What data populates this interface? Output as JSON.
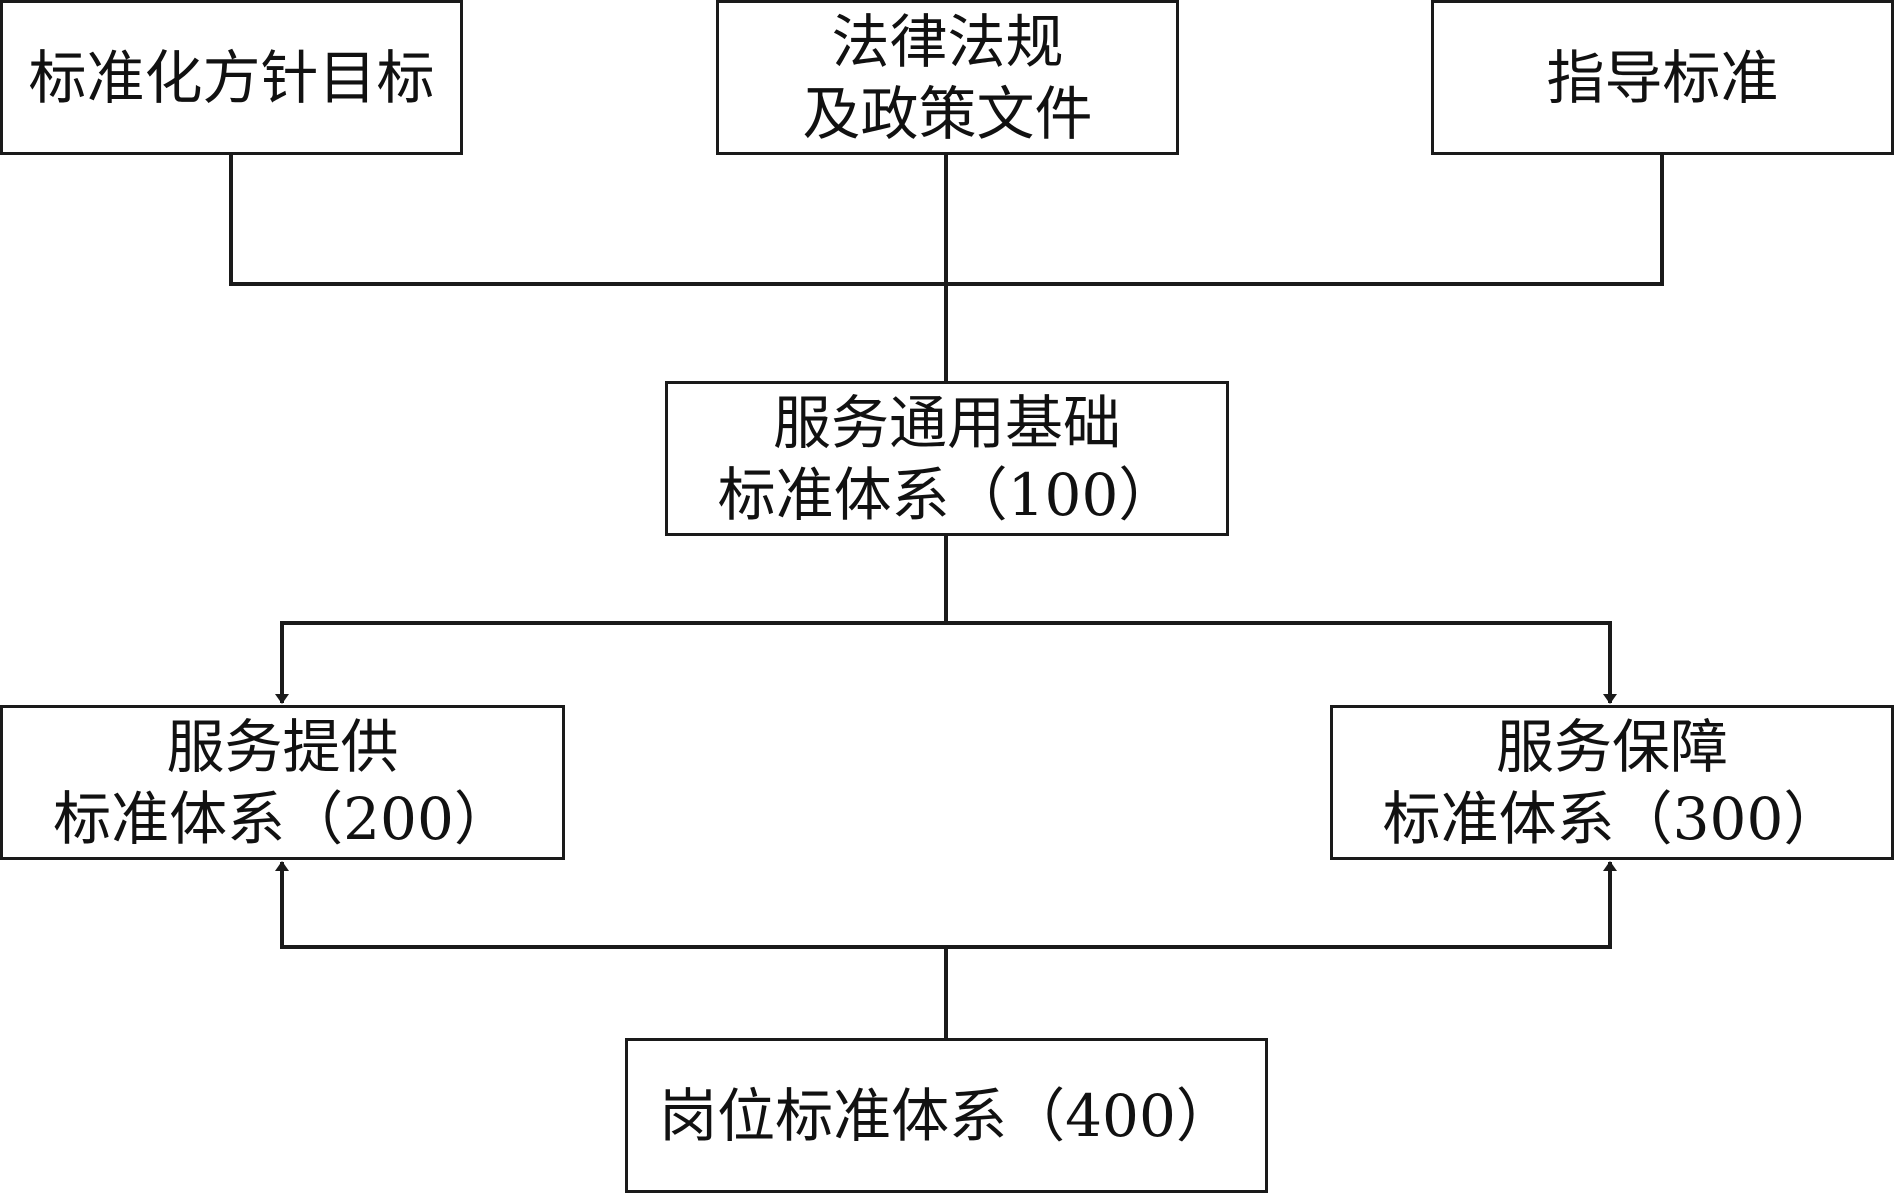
{
  "diagram": {
    "nodes": {
      "goals": {
        "lines": [
          "标准化方针目标"
        ]
      },
      "laws": {
        "lines": [
          "法律法规",
          "及政策文件"
        ]
      },
      "guide": {
        "lines": [
          "指导标准"
        ]
      },
      "base": {
        "lines": [
          "服务通用基础",
          "标准体系（100）"
        ]
      },
      "provide": {
        "lines": [
          "服务提供",
          "标准体系（200）"
        ]
      },
      "support": {
        "lines": [
          "服务保障",
          "标准体系（300）"
        ]
      },
      "position": {
        "lines": [
          "岗位标准体系（400）"
        ]
      }
    },
    "edges": [
      {
        "from": "goals",
        "to": "base",
        "arrow": false
      },
      {
        "from": "laws",
        "to": "base",
        "arrow": false
      },
      {
        "from": "guide",
        "to": "base",
        "arrow": false
      },
      {
        "from": "base",
        "to": "provide",
        "arrow": true
      },
      {
        "from": "base",
        "to": "support",
        "arrow": true
      },
      {
        "from": "position",
        "to": "provide",
        "arrow": true
      },
      {
        "from": "position",
        "to": "support",
        "arrow": true
      }
    ],
    "line_color": "#1a1a1a"
  }
}
